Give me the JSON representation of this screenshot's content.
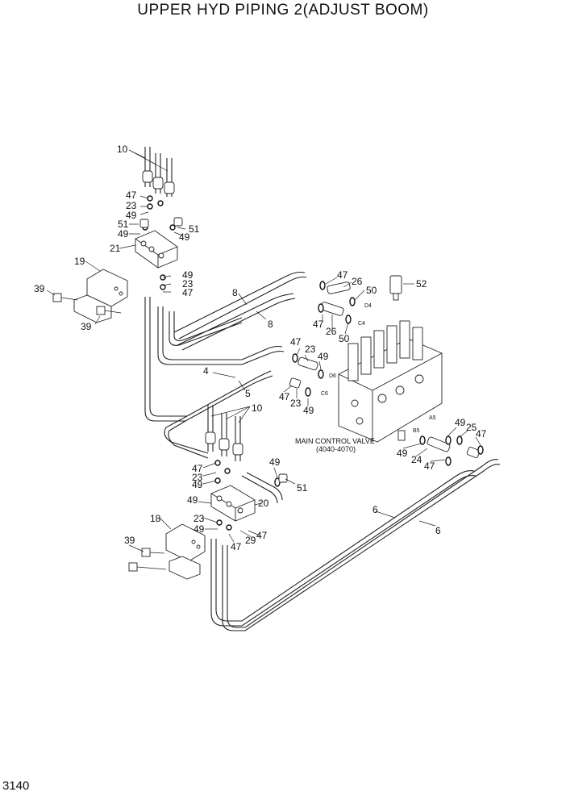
{
  "title": "UPPER HYD PIPING 2(ADJUST BOOM)",
  "page_number": "3140",
  "valve_caption": {
    "line1": "MAIN CONTROL VALVE",
    "line2": "(4040-4070)"
  },
  "labels": {
    "p10_top": "10",
    "p47_a": "47",
    "p23_a": "23",
    "p49_a": "49",
    "p51_a": "51",
    "p49_b": "49",
    "p51_b": "51",
    "p49_c": "49",
    "p21": "21",
    "p49_d": "49",
    "p23_b": "23",
    "p47_b": "47",
    "p19": "19",
    "p39_a": "39",
    "p39_b": "39",
    "p8_a": "8",
    "p8_b": "8",
    "p47_c": "47",
    "p26_a": "26",
    "p50_a": "50",
    "p52": "52",
    "p47_d": "47",
    "p26_b": "26",
    "p50_b": "50",
    "p47_e": "47",
    "p23_c": "23",
    "p49_e": "49",
    "p4": "4",
    "p5": "5",
    "p47_f": "47",
    "p23_d": "23",
    "p49_f": "49",
    "p10_bot": "10",
    "p49_g": "49",
    "p25": "25",
    "p47_g": "47",
    "p49_h": "49",
    "p24": "24",
    "p47_h": "47",
    "p47_i": "47",
    "p23_e": "23",
    "p49_i": "49",
    "p49_j": "49",
    "p51_c": "51",
    "p49_k": "49",
    "p20": "20",
    "p18": "18",
    "p23_f": "23",
    "p49_l": "49",
    "p29": "29",
    "p47_j": "47",
    "p47_k": "47",
    "p6_a": "6",
    "p6_b": "6",
    "p39_c": "39"
  },
  "ports": {
    "d4": "D4",
    "c4": "C4",
    "d6": "D6",
    "c6": "C6",
    "a5": "A5",
    "b5": "B5"
  }
}
